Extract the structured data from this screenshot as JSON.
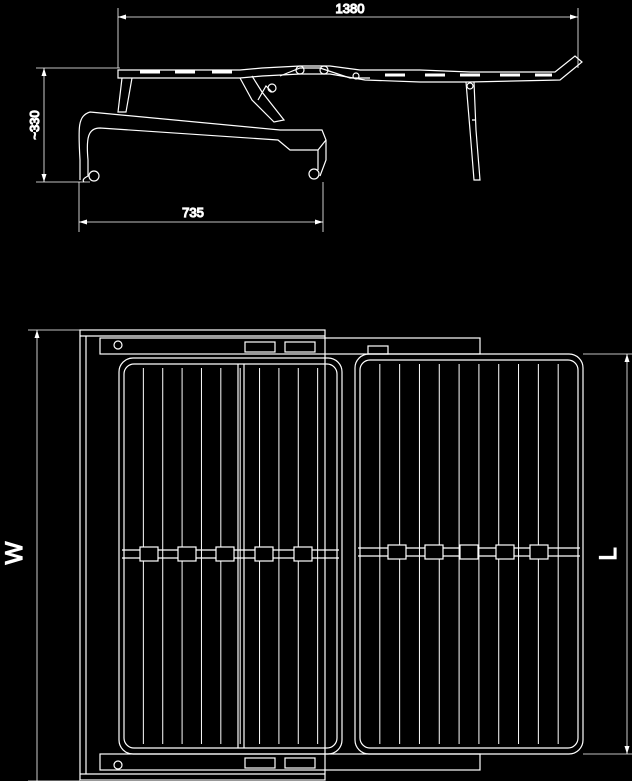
{
  "dimensions": {
    "total_length": "1380",
    "height": "~330",
    "folded_length": "735",
    "width": "W",
    "length": "L"
  },
  "colors": {
    "background": "#000000",
    "line": "#ffffff"
  }
}
